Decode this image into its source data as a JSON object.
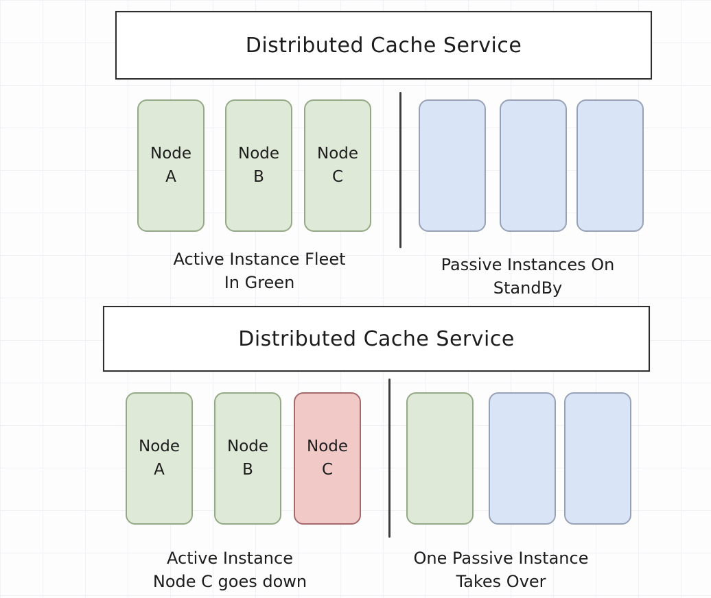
{
  "colors": {
    "ink": "#1c1c1c",
    "frame": "#2e2e2e",
    "divider": "#3d3d3d",
    "grid": "#eff1f5",
    "canvas-bg": "#fdfdfd",
    "green-fill": "#dfe9d7",
    "green-border": "#94a986",
    "blue-fill": "#d9e4f6",
    "blue-border": "#97a2b6",
    "red-fill": "#f1cac7",
    "red-border": "#a5696c"
  },
  "panels": [
    {
      "title": "Distributed Cache Service",
      "active_nodes": [
        {
          "line1": "Node",
          "line2": "A",
          "state": "active"
        },
        {
          "line1": "Node",
          "line2": "B",
          "state": "active"
        },
        {
          "line1": "Node",
          "line2": "C",
          "state": "active"
        }
      ],
      "passive_nodes": [
        {
          "state": "standby"
        },
        {
          "state": "standby"
        },
        {
          "state": "standby"
        }
      ],
      "active_caption": {
        "line1": "Active Instance Fleet",
        "line2": "In Green"
      },
      "passive_caption": {
        "line1": "Passive Instances On",
        "line2": "StandBy"
      }
    },
    {
      "title": "Distributed Cache Service",
      "active_nodes": [
        {
          "line1": "Node",
          "line2": "A",
          "state": "active"
        },
        {
          "line1": "Node",
          "line2": "B",
          "state": "active"
        },
        {
          "line1": "Node",
          "line2": "C",
          "state": "down"
        }
      ],
      "passive_nodes": [
        {
          "state": "takeover"
        },
        {
          "state": "standby"
        },
        {
          "state": "standby"
        }
      ],
      "active_caption": {
        "line1": "Active Instance",
        "line2": "Node C goes down"
      },
      "passive_caption": {
        "line1": "One Passive Instance",
        "line2": "Takes Over"
      }
    }
  ]
}
